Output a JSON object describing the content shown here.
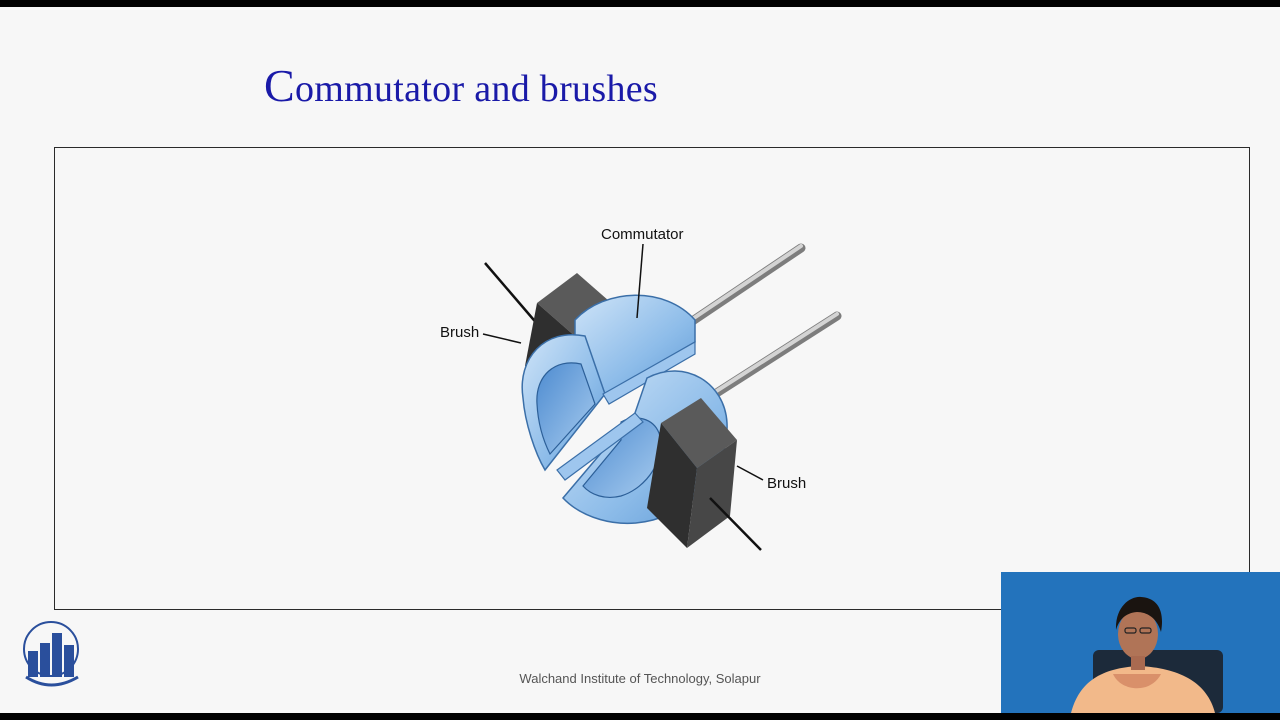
{
  "slide": {
    "title_first_letter": "C",
    "title_rest": "ommutator and brushes",
    "footer": "Walchand Institute of Technology, Solapur"
  },
  "diagram": {
    "labels": {
      "commutator": "Commutator",
      "brush_left": "Brush",
      "brush_right": "Brush"
    }
  },
  "colors": {
    "title": "#1a1aa8",
    "commutator": "#7fb3e6",
    "brush": "#3f3f3f",
    "presenter_bg": "#1f6fb8"
  }
}
